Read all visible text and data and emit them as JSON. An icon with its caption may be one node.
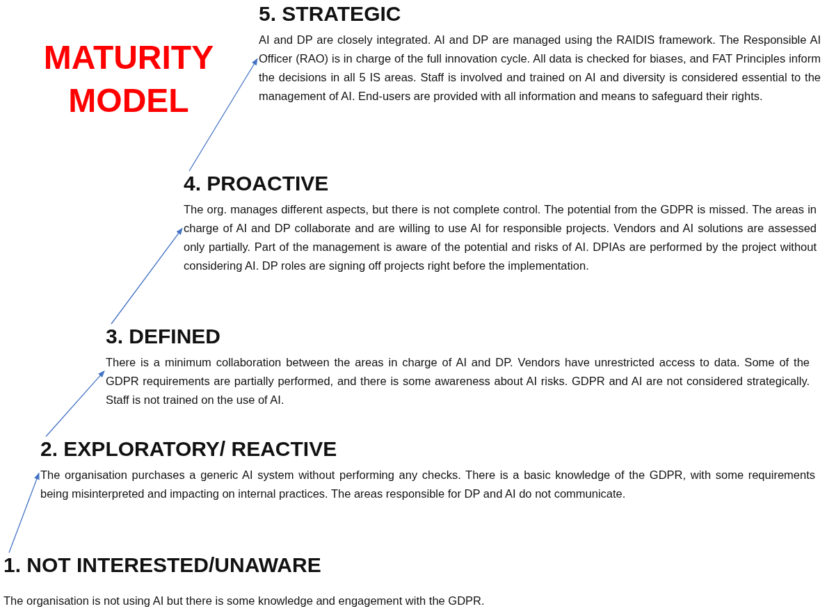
{
  "diagram": {
    "title": "MATURITY MODEL",
    "nodes": [
      {
        "text": [
          "5. STRATEGIC",
          "AI and DP are closely integrated. AI and DP are managed using the RAIDIS framework. The Responsible AI Officer (RAO) is in charge of the full innovation cycle. All data is checked for biases, and FAT Principles inform the decisions in all 5 IS areas. Staff is involved and trained on AI and diversity is considered essential to the management of AI. End-users are provided with all information and means to safeguard their rights."
        ]
      },
      {
        "text": [
          "4. PROACTIVE",
          "The org. manages different aspects, but there is not complete control. The potential from the GDPR is missed. The areas in charge of AI and DP collaborate and are willing to use AI for responsible projects. Vendors and AI solutions are assessed only partially. Part of the management is aware of the potential and risks of AI. DPIAs are performed by the project without considering AI. DP roles are signing off projects right before the implementation."
        ]
      },
      {
        "text": [
          "3. DEFINED",
          "There is a minimum collaboration between the areas in charge of AI and DP. Vendors have unrestricted access to data. Some of the GDPR requirements are partially performed, and there is some awareness about AI risks. GDPR and AI are not considered strategically. Staff is not trained on the use of AI."
        ]
      },
      {
        "text": [
          "2. EXPLORATORY/ REACTIVE",
          "The organisation purchases a generic AI system without performing any checks. There is a basic knowledge of the GDPR, with some requirements being misinterpreted and impacting on internal practices. The areas responsible for DP and AI do not communicate."
        ]
      },
      {
        "text": [
          "1. NOT INTERESTED/UNAWARE",
          "The organisation is not using AI but there is some knowledge and engagement with the GDPR."
        ]
      }
    ],
    "edges": [
      {
        "from": 4,
        "to": 3,
        "arrow": "to"
      },
      {
        "from": 3,
        "to": 2,
        "arrow": "to"
      },
      {
        "from": 2,
        "to": 1,
        "arrow": "to"
      },
      {
        "from": 1,
        "to": 0,
        "arrow": "to"
      }
    ]
  }
}
